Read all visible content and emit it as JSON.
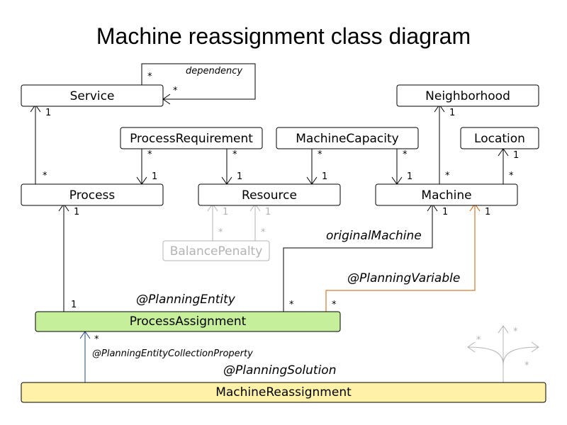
{
  "title": "Machine reassignment class diagram",
  "colors": {
    "entity_fill": "#c6ef9b",
    "solution_fill": "#fff2a8",
    "entity_annotation": "#4e9a06",
    "variable_annotation": "#ce5c00",
    "solution_annotation": "#c4a000",
    "collection_annotation": "#204a87",
    "muted": "#b3b3b3"
  },
  "classes": {
    "service": "Service",
    "neighborhood": "Neighborhood",
    "process_requirement": "ProcessRequirement",
    "machine_capacity": "MachineCapacity",
    "location": "Location",
    "process": "Process",
    "resource": "Resource",
    "machine": "Machine",
    "balance_penalty": "BalancePenalty",
    "process_assignment": "ProcessAssignment",
    "machine_reassignment": "MachineReassignment"
  },
  "annotations": {
    "planning_entity": "@PlanningEntity",
    "planning_variable": "@PlanningVariable",
    "planning_solution": "@PlanningSolution",
    "collection_property": "@PlanningEntityCollectionProperty"
  },
  "relation_labels": {
    "dependency": "dependency",
    "original_machine": "originalMachine"
  },
  "multiplicities": {
    "one": "1",
    "many": "*"
  },
  "icons": {
    "multiplicity_legend": "arrows-fan-icon"
  }
}
